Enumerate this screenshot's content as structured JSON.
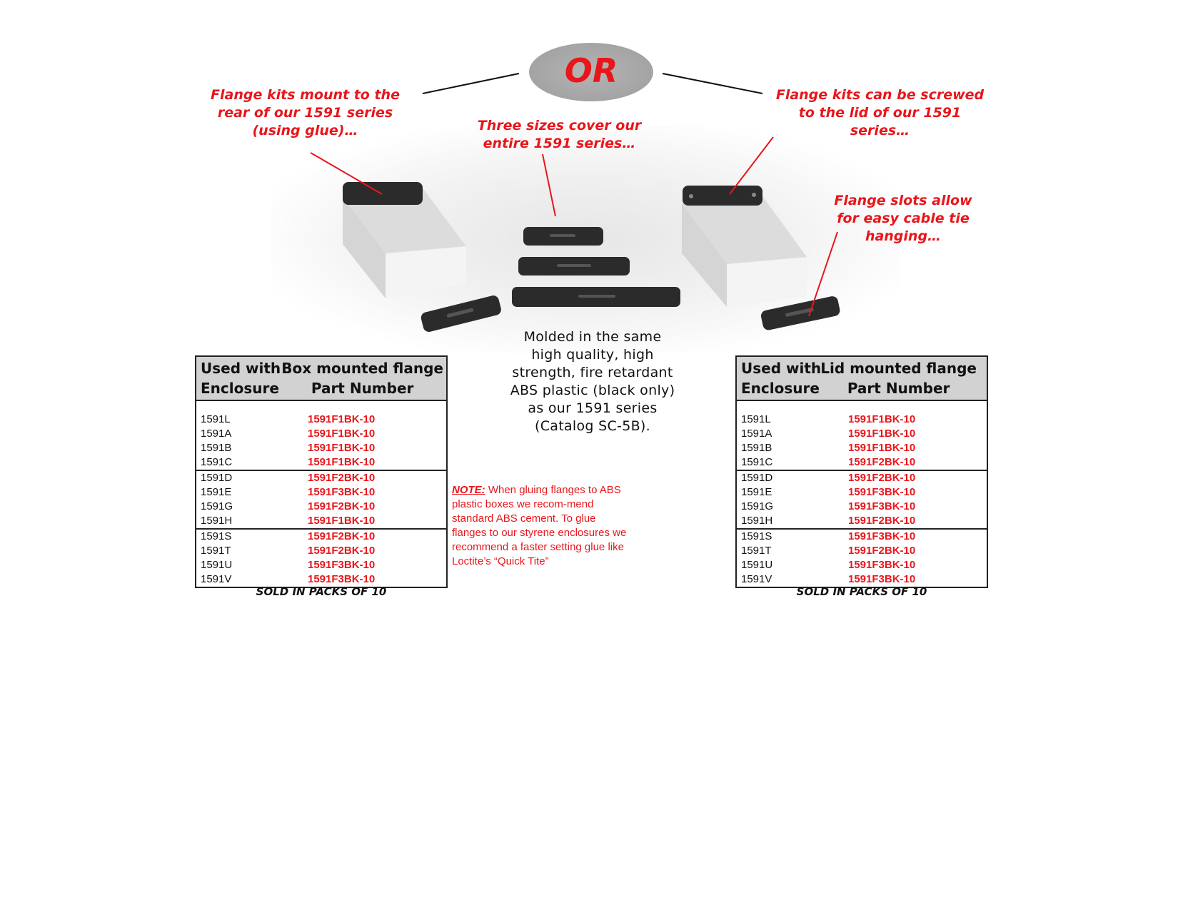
{
  "or_badge": "OR",
  "callouts": {
    "rear_mount": "Flange kits mount to the rear of our 1591 series  (using glue)…",
    "three_sizes": "Three sizes cover our entire 1591 series…",
    "lid_mount": "Flange kits can be screwed to the lid of our 1591 series…",
    "slots": "Flange slots allow for easy cable tie hanging…"
  },
  "description_lines": [
    "Molded in the same",
    "high quality, high",
    "strength, fire retardant",
    "ABS plastic (black only)",
    "as our 1591 series",
    "(Catalog SC-5B)."
  ],
  "note": {
    "label": "NOTE:",
    "text": " When gluing flanges to ABS plastic boxes we recom-mend standard ABS cement. To glue flanges to our styrene enclosures we recommend a faster setting glue like Loctite’s “Quick Tite”"
  },
  "box_table": {
    "col1_line1": "Used with",
    "col1_line2": "Enclosure",
    "col2_line1": "Box mounted flange",
    "col2_line2": "Part Number",
    "rows": [
      {
        "enclosure": "1591L",
        "part": "1591F1BK-10"
      },
      {
        "enclosure": "1591A",
        "part": "1591F1BK-10"
      },
      {
        "enclosure": "1591B",
        "part": "1591F1BK-10"
      },
      {
        "enclosure": "1591C",
        "part": "1591F1BK-10"
      },
      {
        "enclosure": "1591D",
        "part": "1591F2BK-10"
      },
      {
        "enclosure": "1591E",
        "part": "1591F3BK-10"
      },
      {
        "enclosure": "1591G",
        "part": "1591F2BK-10"
      },
      {
        "enclosure": "1591H",
        "part": "1591F1BK-10"
      },
      {
        "enclosure": "1591S",
        "part": "1591F2BK-10"
      },
      {
        "enclosure": "1591T",
        "part": "1591F2BK-10"
      },
      {
        "enclosure": "1591U",
        "part": "1591F3BK-10"
      },
      {
        "enclosure": "1591V",
        "part": "1591F3BK-10"
      }
    ],
    "footer": "SOLD IN PACKS OF 10"
  },
  "lid_table": {
    "col1_line1": "Used with",
    "col1_line2": "Enclosure",
    "col2_line1": "Lid mounted flange",
    "col2_line2": "Part Number",
    "rows": [
      {
        "enclosure": "1591L",
        "part": "1591F1BK-10"
      },
      {
        "enclosure": "1591A",
        "part": "1591F1BK-10"
      },
      {
        "enclosure": "1591B",
        "part": "1591F1BK-10"
      },
      {
        "enclosure": "1591C",
        "part": "1591F2BK-10"
      },
      {
        "enclosure": "1591D",
        "part": "1591F2BK-10"
      },
      {
        "enclosure": "1591E",
        "part": "1591F3BK-10"
      },
      {
        "enclosure": "1591G",
        "part": "1591F3BK-10"
      },
      {
        "enclosure": "1591H",
        "part": "1591F2BK-10"
      },
      {
        "enclosure": "1591S",
        "part": "1591F3BK-10"
      },
      {
        "enclosure": "1591T",
        "part": "1591F2BK-10"
      },
      {
        "enclosure": "1591U",
        "part": "1591F3BK-10"
      },
      {
        "enclosure": "1591V",
        "part": "1591F3BK-10"
      }
    ],
    "footer": "SOLD IN PACKS OF 10"
  },
  "colors": {
    "accent_red": "#e8161b",
    "table_header_bg": "#d2d2d2",
    "flange_black": "#2b2b2b",
    "enclosure_white": "#ebebeb"
  }
}
